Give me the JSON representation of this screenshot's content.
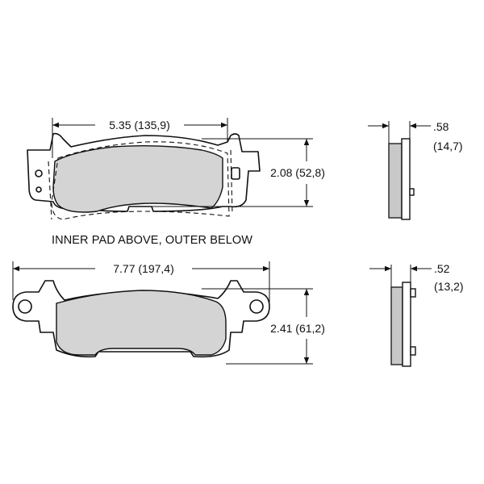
{
  "caption": "INNER PAD ABOVE, OUTER BELOW",
  "inner_pad": {
    "width_label": "5.35 (135,9)",
    "height_label": "2.08 (52,8)",
    "thickness_label_inch": ".58",
    "thickness_label_mm": "(14,7)"
  },
  "outer_pad": {
    "width_label": "7.77 (197,4)",
    "height_label": "2.41 (61,2)",
    "thickness_label_inch": ".52",
    "thickness_label_mm": "(13,2)"
  },
  "colors": {
    "line": "#111111",
    "friction_material": "#d4d4d4",
    "background": "#ffffff"
  }
}
